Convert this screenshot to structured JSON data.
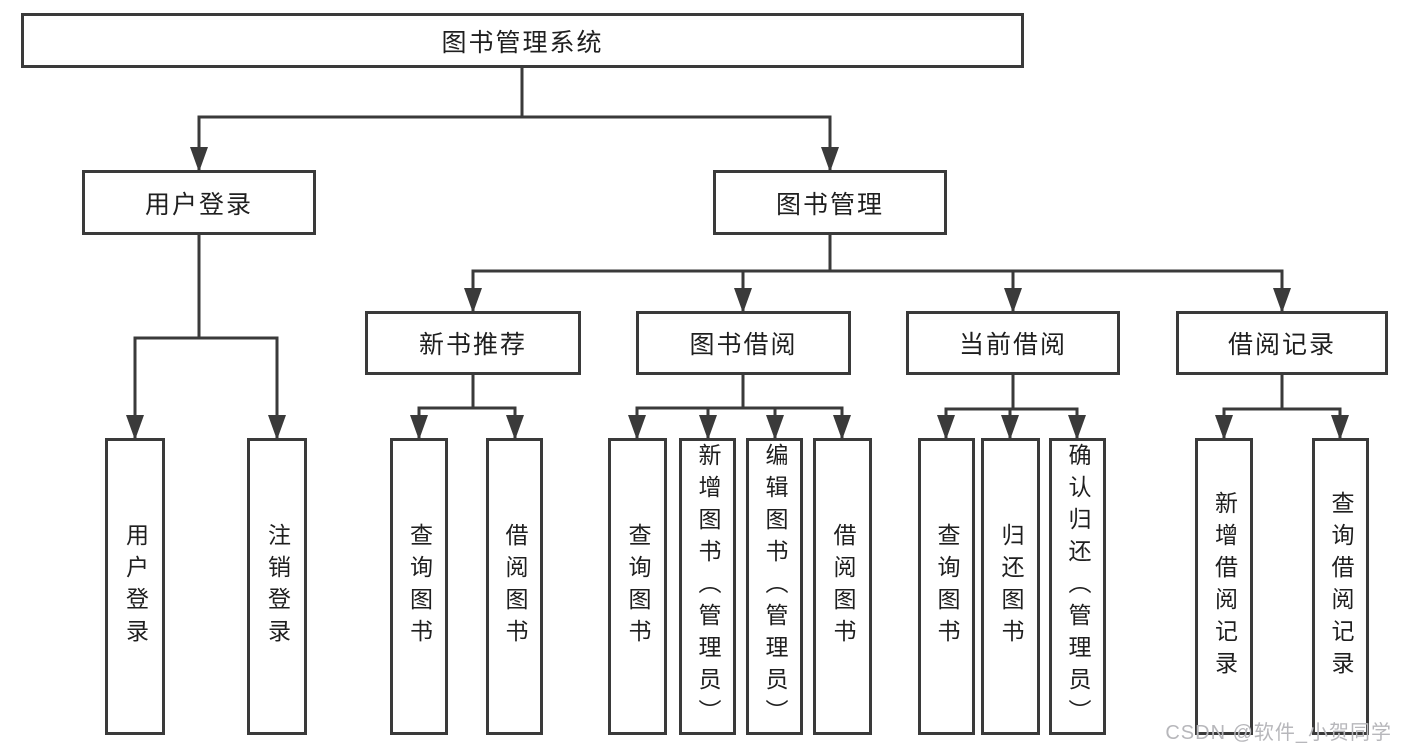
{
  "diagram": {
    "root": {
      "label": "图书管理系统"
    },
    "level2": [
      {
        "label": "用户登录"
      },
      {
        "label": "图书管理"
      }
    ],
    "level3": [
      {
        "label": "新书推荐"
      },
      {
        "label": "图书借阅"
      },
      {
        "label": "当前借阅"
      },
      {
        "label": "借阅记录"
      }
    ],
    "leaves": {
      "user_login": [
        "用户登录",
        "注销登录"
      ],
      "new_books": [
        "查询图书",
        "借阅图书"
      ],
      "book_borrow": [
        "查询图书",
        "新增图书（管理员）",
        "编辑图书（管理员）",
        "借阅图书"
      ],
      "current_borrow": [
        "查询图书",
        "归还图书",
        "确认归还（管理员）"
      ],
      "borrow_records": [
        "新增借阅记录",
        "查询借阅记录"
      ]
    }
  },
  "watermark": "CSDN @软件_小贺同学",
  "colors": {
    "line": "#3a3a3a",
    "text": "#1f1f1f",
    "watermark": "#b7b7bb",
    "background": "#ffffff"
  }
}
